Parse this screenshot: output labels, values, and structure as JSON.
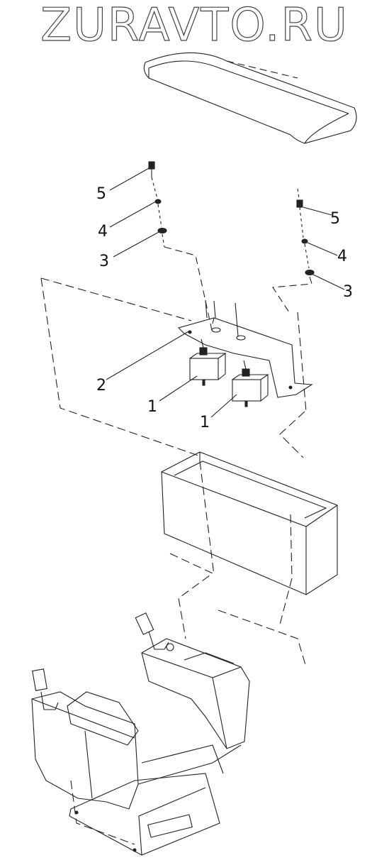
{
  "watermark": "ZURAVTO.RU",
  "callouts": [
    {
      "id": "left-5",
      "label": "5"
    },
    {
      "id": "left-4",
      "label": "4"
    },
    {
      "id": "left-3",
      "label": "3"
    },
    {
      "id": "right-5",
      "label": "5"
    },
    {
      "id": "right-4",
      "label": "4"
    },
    {
      "id": "right-3",
      "label": "3"
    },
    {
      "id": "bracket-2",
      "label": "2"
    },
    {
      "id": "switch-1a",
      "label": "1"
    },
    {
      "id": "switch-1b",
      "label": "1"
    }
  ]
}
